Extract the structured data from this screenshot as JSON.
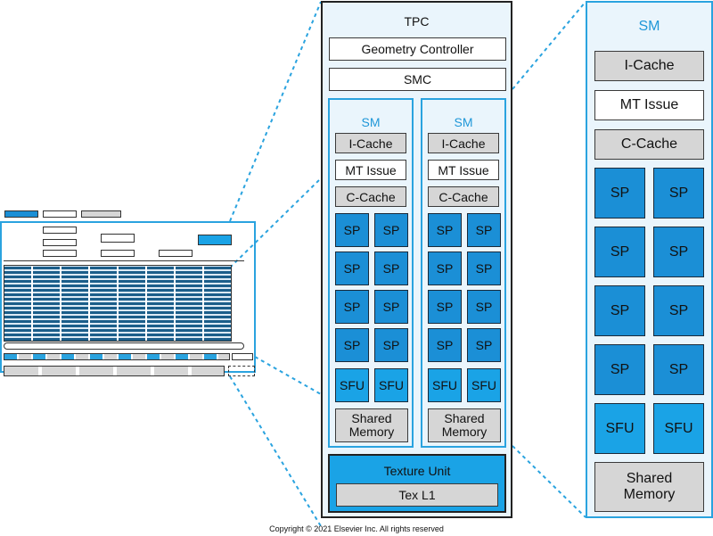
{
  "tpc": {
    "title": "TPC",
    "geometry_controller": "Geometry Controller",
    "smc": "SMC",
    "texture_unit": "Texture Unit",
    "tex_l1": "Tex L1"
  },
  "sm": {
    "title": "SM",
    "icache": "I-Cache",
    "mt_issue": "MT Issue",
    "ccache": "C-Cache",
    "sp": "SP",
    "sfu": "SFU",
    "shared_memory": "Shared Memory"
  },
  "copyright": "Copyright © 2021 Elsevier Inc. All rights reserved",
  "colors": {
    "sp_blue": "#1b8fd6",
    "sfu_blue": "#1aa3e6",
    "accent": "#2aa3df",
    "gray": "#d6d6d6"
  }
}
